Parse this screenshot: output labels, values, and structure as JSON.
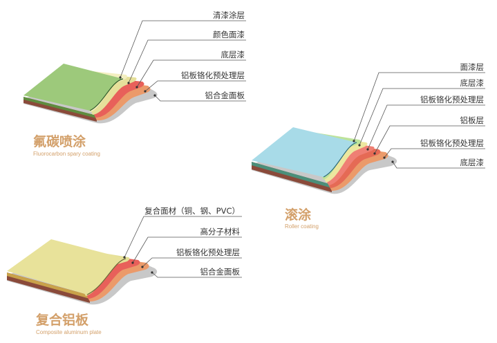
{
  "colors": {
    "accent": "#d3a06a",
    "label_text": "#333333",
    "leader_line": "#555555"
  },
  "panels": [
    {
      "id": "fluorocarbon",
      "title": "氟碳喷涂",
      "subtitle": "Fluorocarbon spary coating",
      "layers": [
        {
          "label": "清漆涂层",
          "color": "#f3efb6"
        },
        {
          "label": "颜色面漆",
          "color": "#e4df95"
        },
        {
          "label": "底层漆",
          "color": "#e8605a"
        },
        {
          "label": "铝板铬化预处理层",
          "color": "#eb9a6a"
        },
        {
          "label": "铝合金面板",
          "color": "#cfcfcf"
        }
      ],
      "top_color": "#9dc97b"
    },
    {
      "id": "roller",
      "title": "滚涂",
      "subtitle": "Roller coating",
      "layers": [
        {
          "label": "面漆层",
          "color": "#bde39a"
        },
        {
          "label": "底层漆",
          "color": "#ece79f"
        },
        {
          "label": "铝板铬化预处理层",
          "color": "#e8605a"
        },
        {
          "label": "铝板层",
          "color": "#e56a55"
        },
        {
          "label": "铝板铬化预处理层",
          "color": "#eb9a6a"
        },
        {
          "label": "底层漆",
          "color": "#cfcfcf"
        }
      ],
      "top_color": "#a8dbe8"
    },
    {
      "id": "composite",
      "title": "复合铝板",
      "subtitle": "Composite aluminum plate",
      "layers": [
        {
          "label": "复合面材（铜、钢、PVC）",
          "color": "#e4df95"
        },
        {
          "label": "高分子材料",
          "color": "#e8605a"
        },
        {
          "label": "铝板铬化预处理层",
          "color": "#eb9a6a"
        },
        {
          "label": "铝合金面板",
          "color": "#cfcfcf"
        }
      ],
      "top_color": "#e8e29a"
    }
  ]
}
